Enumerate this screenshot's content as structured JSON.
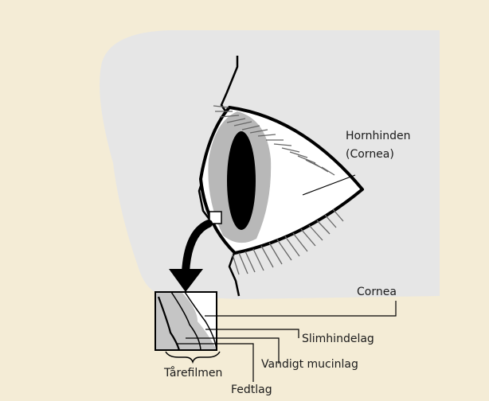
{
  "diagram": {
    "colors": {
      "background": "#f4ecd6",
      "head_fill": "#e6e6e6",
      "shadow_fill": "#b8b8b8",
      "sclera_fill": "#ffffff",
      "outline": "#000000",
      "label_text": "#1a1a1a"
    },
    "labels": {
      "cornea_main_line1": "Hornhinden",
      "cornea_main_line2": "(Cornea)",
      "cornea": "Cornea",
      "mucous_layer": "Slimhindelag",
      "aqueous_mucin_layer": "Vandigt mucinlag",
      "tear_film": "Tårefilmen",
      "lipid_layer": "Fedtlag"
    }
  }
}
